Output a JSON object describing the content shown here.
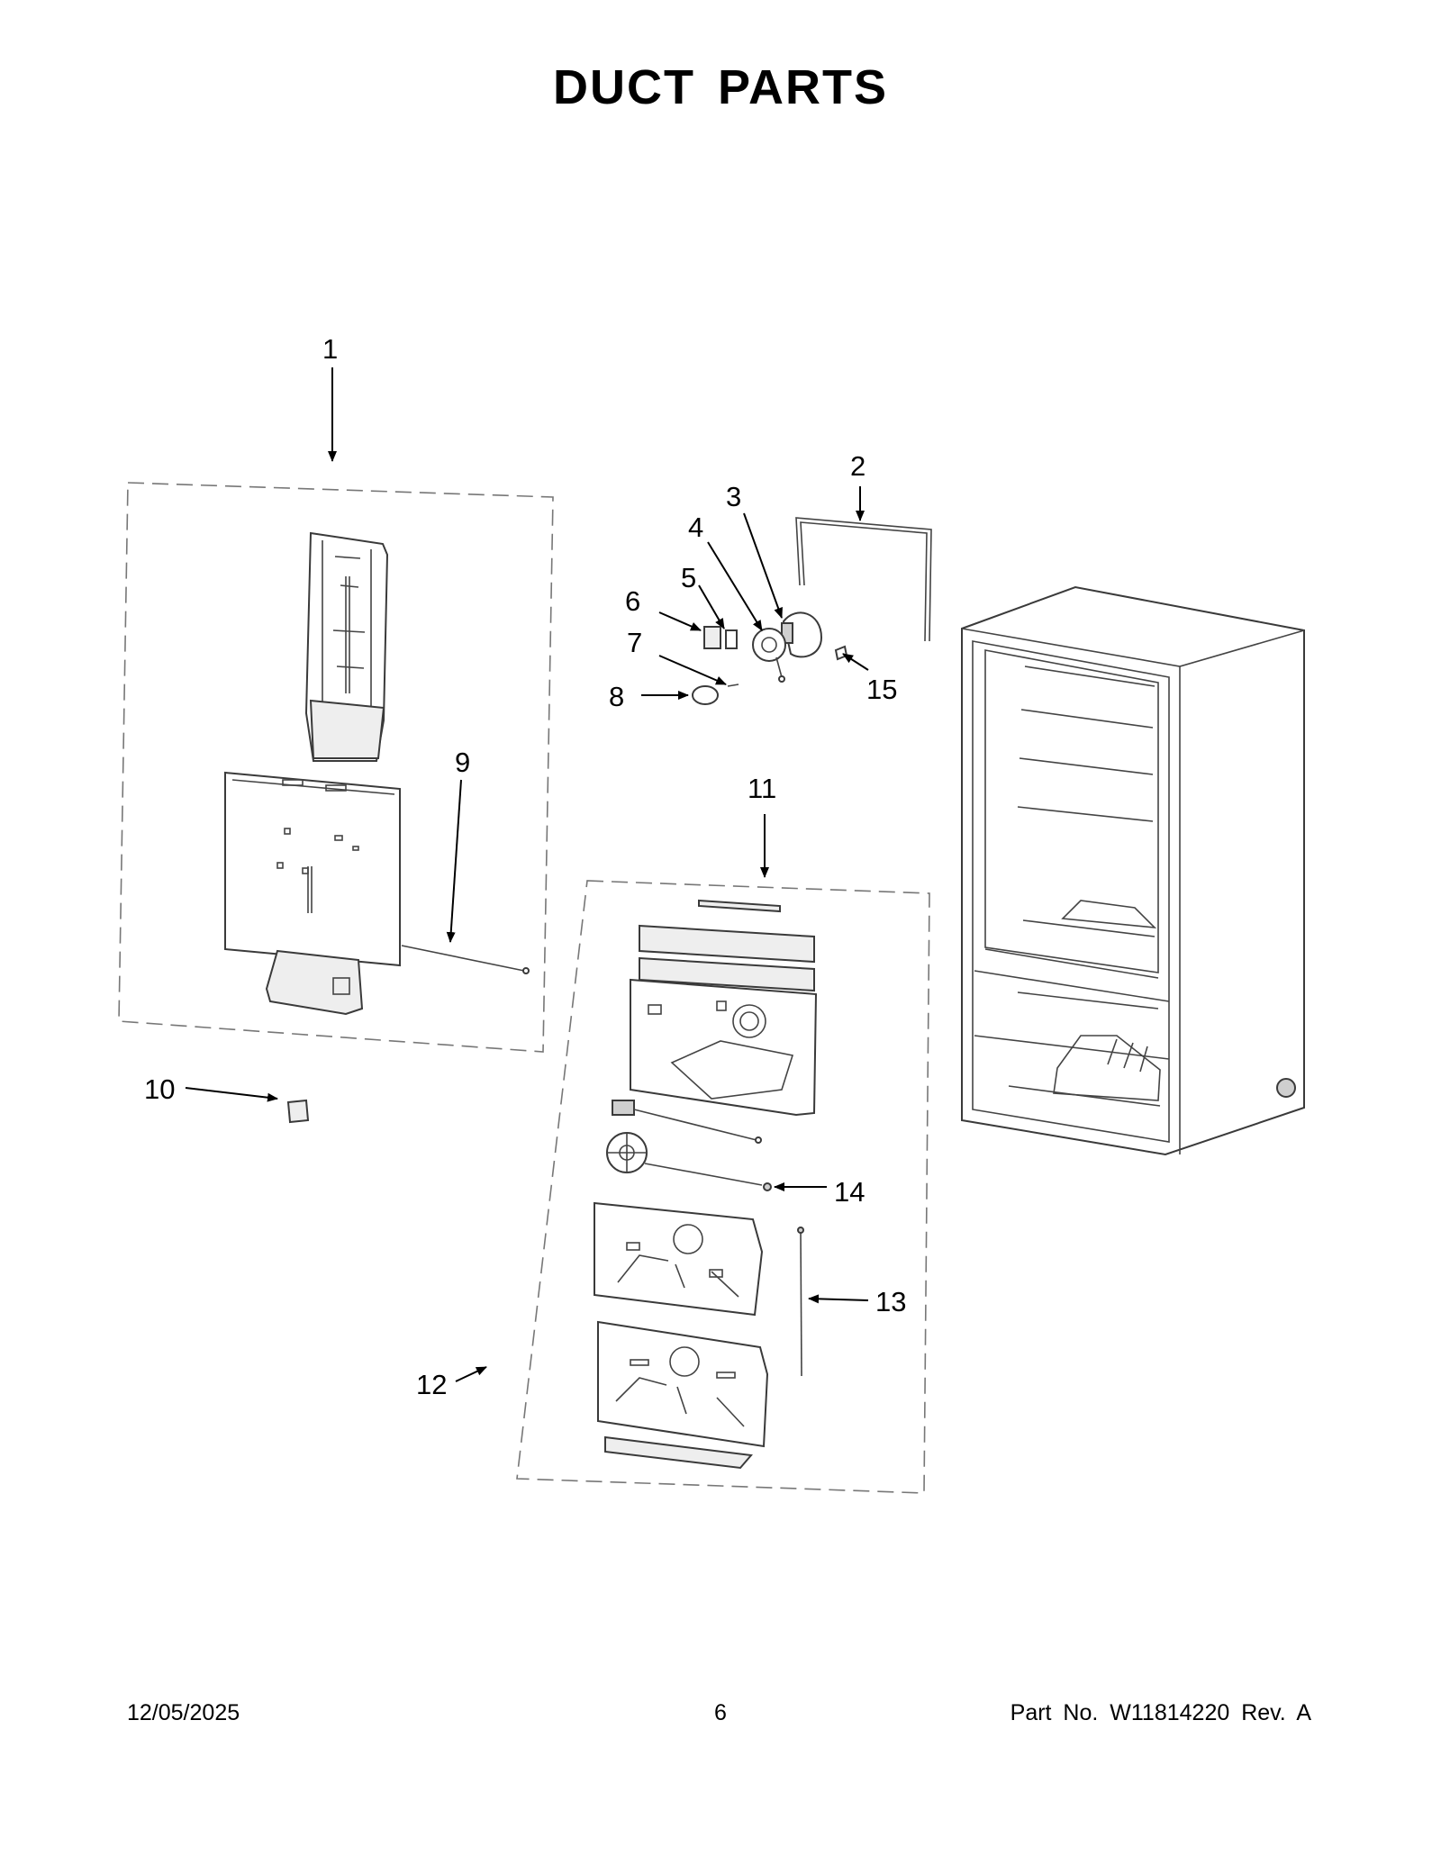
{
  "title": "DUCT PARTS",
  "callouts": [
    "1",
    "2",
    "3",
    "4",
    "5",
    "6",
    "7",
    "8",
    "9",
    "10",
    "11",
    "12",
    "13",
    "14",
    "15"
  ],
  "footer": {
    "date": "12/05/2025",
    "page": "6",
    "part_no": "Part No.  W11814220  Rev.  A"
  }
}
